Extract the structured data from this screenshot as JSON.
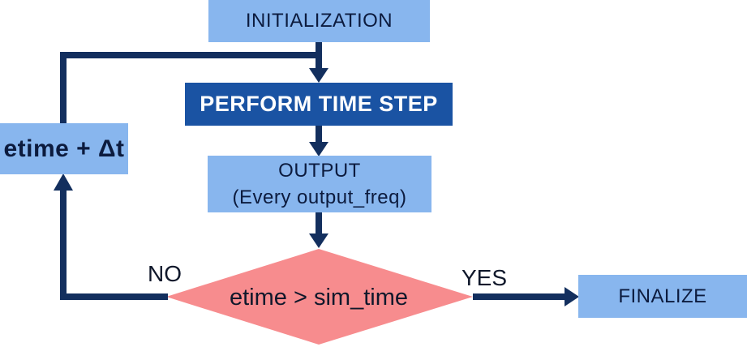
{
  "colors": {
    "light_blue": "#88b6ee",
    "dark_blue": "#1a53a3",
    "navy": "#132f5e",
    "pink": "#f78c8e",
    "text_dark": "#0c1b3e"
  },
  "nodes": {
    "initialization": {
      "label": "INITIALIZATION"
    },
    "perform_time_step": {
      "label": "PERFORM TIME STEP"
    },
    "output": {
      "label": "OUTPUT",
      "sublabel": "(Every output_freq)"
    },
    "decision": {
      "label": "etime > sim_time"
    },
    "finalize": {
      "label": "FINALIZE"
    },
    "increment": {
      "label": "etime + Δt"
    }
  },
  "edges": {
    "no": {
      "label": "NO"
    },
    "yes": {
      "label": "YES"
    }
  }
}
